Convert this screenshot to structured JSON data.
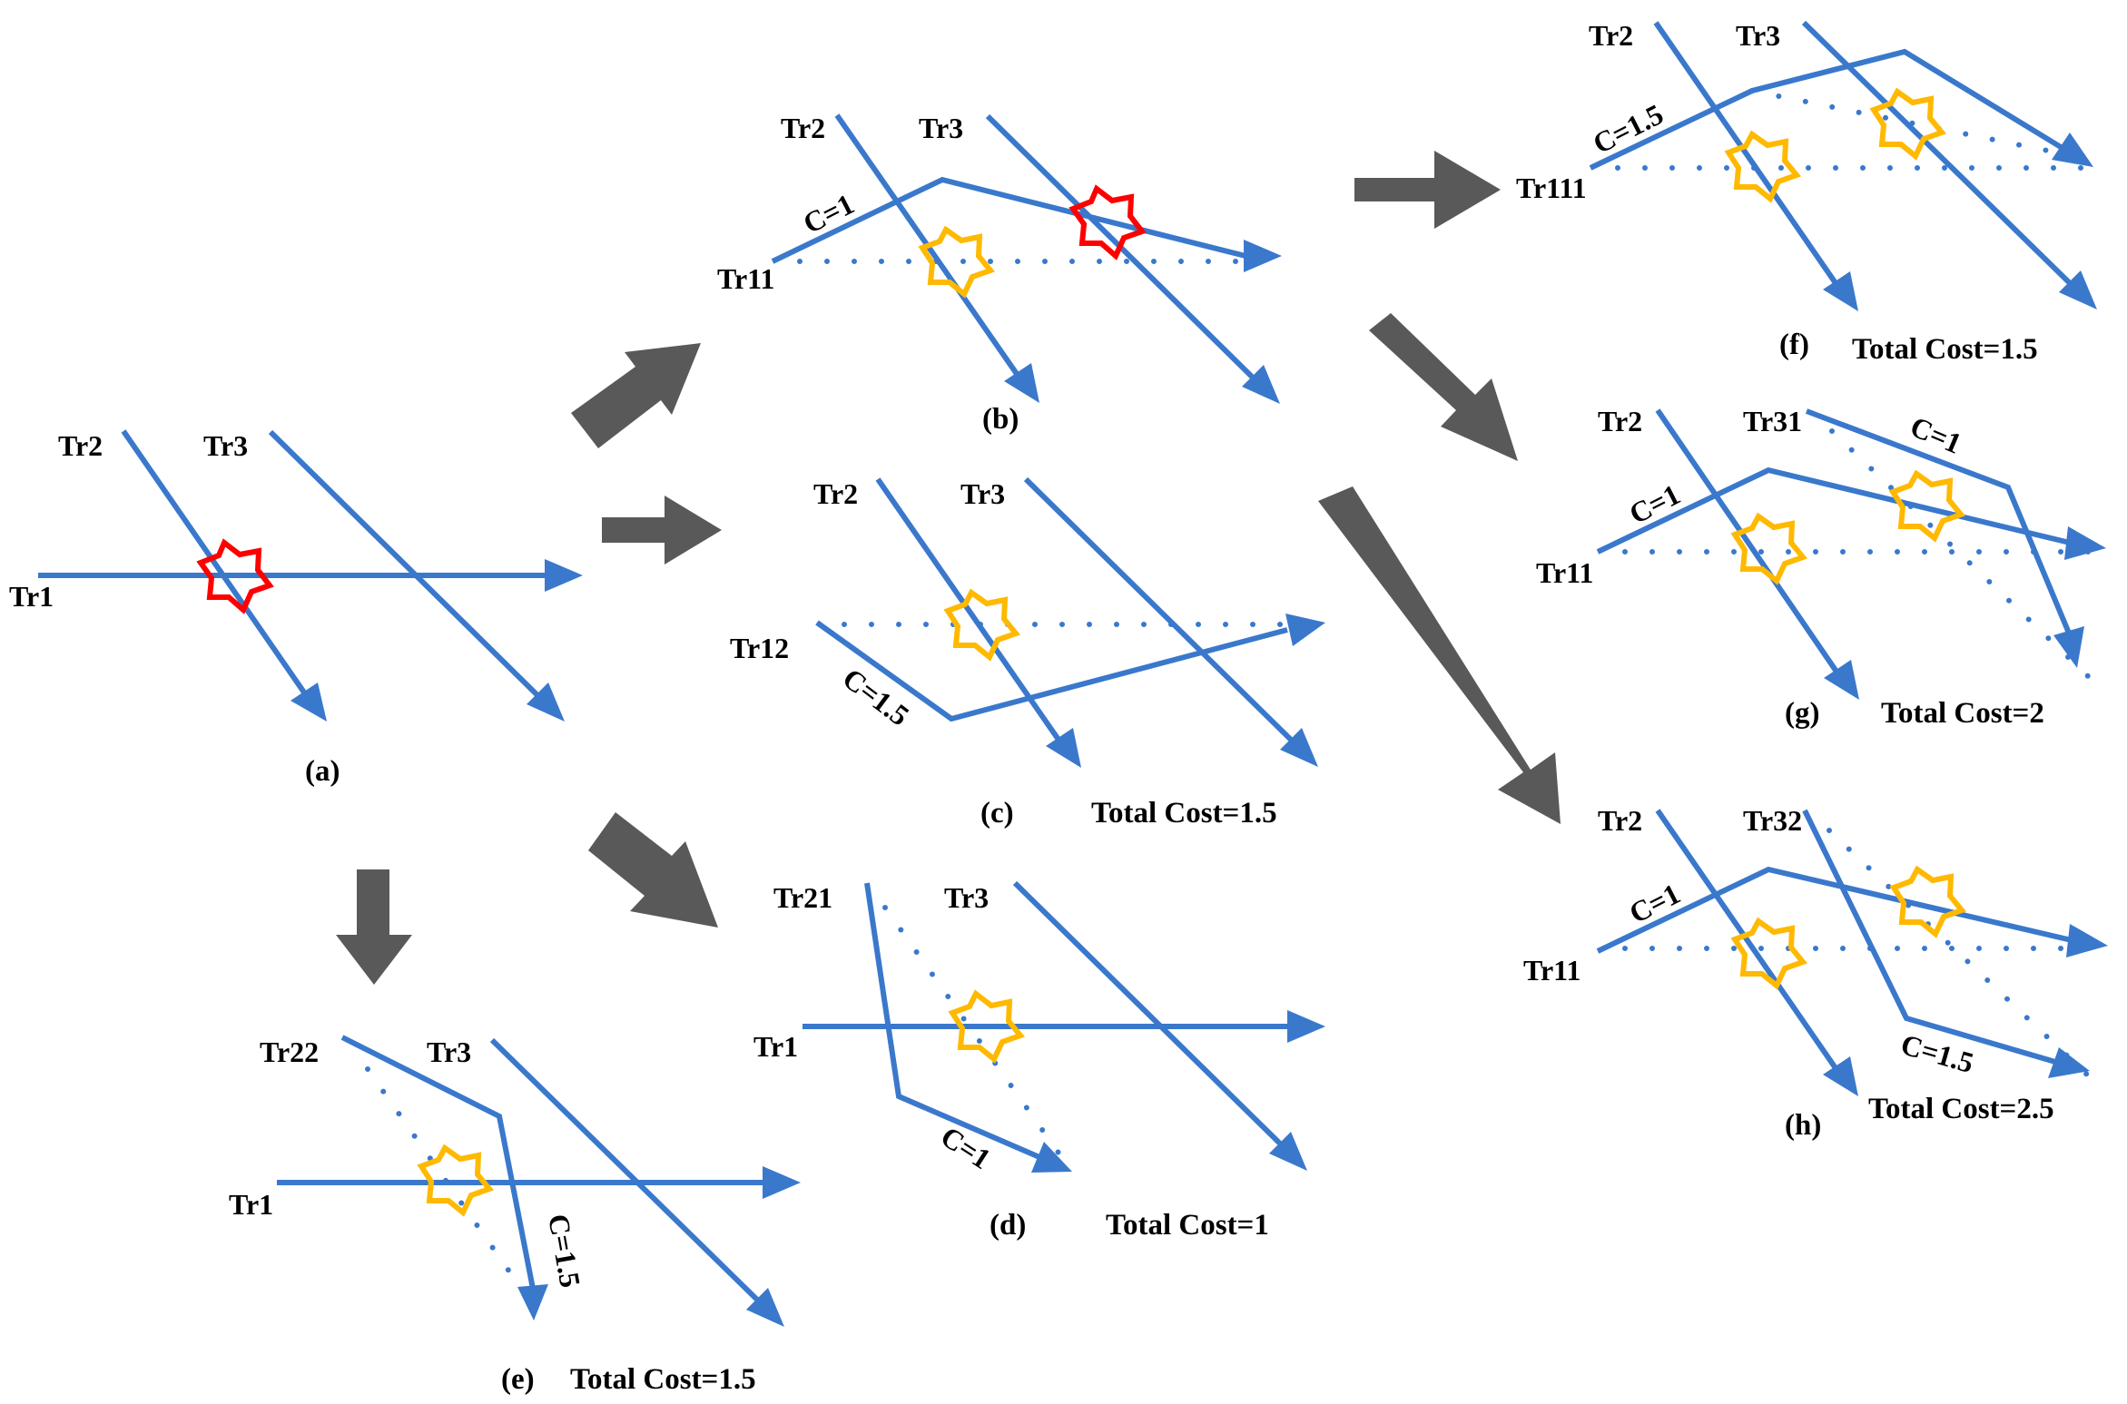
{
  "colors": {
    "trajectory": "#3A78CC",
    "conflict_star": "#FF0000",
    "resolved_star": "#FFB900",
    "flow_arrow": "#595959",
    "text": "#000000"
  },
  "panels": {
    "a": {
      "caption": "(a)",
      "labels": [
        "Tr2",
        "Tr3",
        "Tr1"
      ]
    },
    "b": {
      "caption": "(b)",
      "labels": [
        "Tr2",
        "Tr3",
        "Tr11"
      ],
      "cost_label": "C=1"
    },
    "c": {
      "caption": "(c)",
      "total": "Total Cost=1.5",
      "labels": [
        "Tr2",
        "Tr3",
        "Tr12"
      ],
      "cost_label": "C=1.5"
    },
    "d": {
      "caption": "(d)",
      "total": "Total Cost=1",
      "labels": [
        "Tr21",
        "Tr3",
        "Tr1"
      ],
      "cost_label": "C=1"
    },
    "e": {
      "caption": "(e)",
      "total": "Total Cost=1.5",
      "labels": [
        "Tr22",
        "Tr3",
        "Tr1"
      ],
      "cost_label": "C=1.5"
    },
    "f": {
      "caption": "(f)",
      "total": "Total Cost=1.5",
      "labels": [
        "Tr2",
        "Tr3",
        "Tr111"
      ],
      "cost_label": "C=1.5"
    },
    "g": {
      "caption": "(g)",
      "total": "Total Cost=2",
      "labels": [
        "Tr2",
        "Tr31",
        "Tr11"
      ],
      "cost_labels": [
        "C=1",
        "C=1"
      ]
    },
    "h": {
      "caption": "(h)",
      "total": "Total Cost=2.5",
      "labels": [
        "Tr2",
        "Tr32",
        "Tr11"
      ],
      "cost_labels": [
        "C=1",
        "C=1.5"
      ]
    }
  }
}
